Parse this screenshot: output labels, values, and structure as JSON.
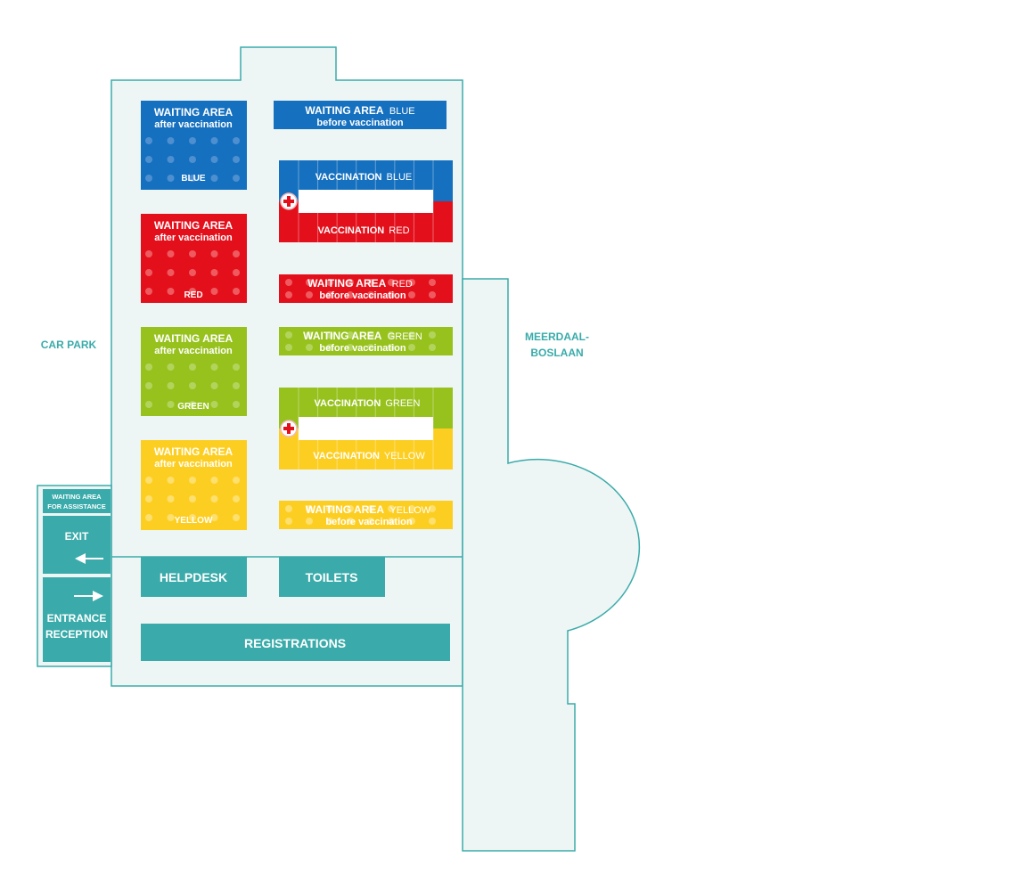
{
  "streets": {
    "car_park": "CAR PARK",
    "meerdaal_line1": "MEERDAAL-",
    "meerdaal_line2": "BOSLAAN"
  },
  "colors": {
    "outline": "#3aabaa",
    "floor": "#eef6f5",
    "teal": "#3aabaa",
    "blue": "#1570bf",
    "red": "#e3101c",
    "green": "#97c21e",
    "yellow": "#fdce22"
  },
  "areas": {
    "wait_after_blue": {
      "title": "WAITING AREA",
      "sub": "after vaccination",
      "name": "BLUE"
    },
    "wait_after_red": {
      "title": "WAITING AREA",
      "sub": "after vaccination",
      "name": "RED"
    },
    "wait_after_green": {
      "title": "WAITING AREA",
      "sub": "after vaccination",
      "name": "GREEN"
    },
    "wait_after_yellow": {
      "title": "WAITING AREA",
      "sub": "after vaccination",
      "name": "YELLOW"
    },
    "wait_before_blue": {
      "title": "WAITING AREA",
      "color": "BLUE",
      "sub": "before vaccination"
    },
    "wait_before_red": {
      "title": "WAITING AREA",
      "color": "RED",
      "sub": "before vaccination"
    },
    "wait_before_green": {
      "title": "WAITING AREA",
      "color": "GREEN",
      "sub": "before vaccination"
    },
    "wait_before_yellow": {
      "title": "WAITING AREA",
      "color": "YELLOW",
      "sub": "before vaccination"
    },
    "vacc_blue": {
      "title": "VACCINATION",
      "color": "BLUE"
    },
    "vacc_red": {
      "title": "VACCINATION",
      "color": "RED"
    },
    "vacc_green": {
      "title": "VACCINATION",
      "color": "GREEN"
    },
    "vacc_yellow": {
      "title": "VACCINATION",
      "color": "YELLOW"
    }
  },
  "facilities": {
    "assist_line1": "WAITING AREA",
    "assist_line2": "FOR ASSISTANCE",
    "exit": "EXIT",
    "entrance_line1": "ENTRANCE",
    "entrance_line2": "RECEPTION",
    "helpdesk": "HELPDESK",
    "toilets": "TOILETS",
    "registrations": "REGISTRATIONS"
  }
}
